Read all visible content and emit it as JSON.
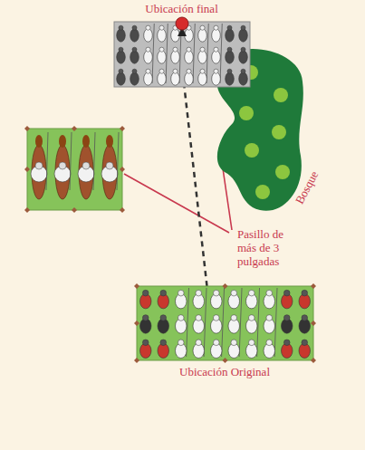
{
  "diagram": {
    "nodes": [
      {
        "text": [
          "Ubicación final"
        ]
      },
      {
        "text": [
          "Bosque"
        ]
      },
      {
        "text": [
          "Ubicación Original"
        ]
      }
    ],
    "edges": [
      {
        "from": 2,
        "to": 0,
        "arrow": "none"
      }
    ],
    "labels": [
      "Pasillo de más de 3 pulgadas"
    ]
  }
}
